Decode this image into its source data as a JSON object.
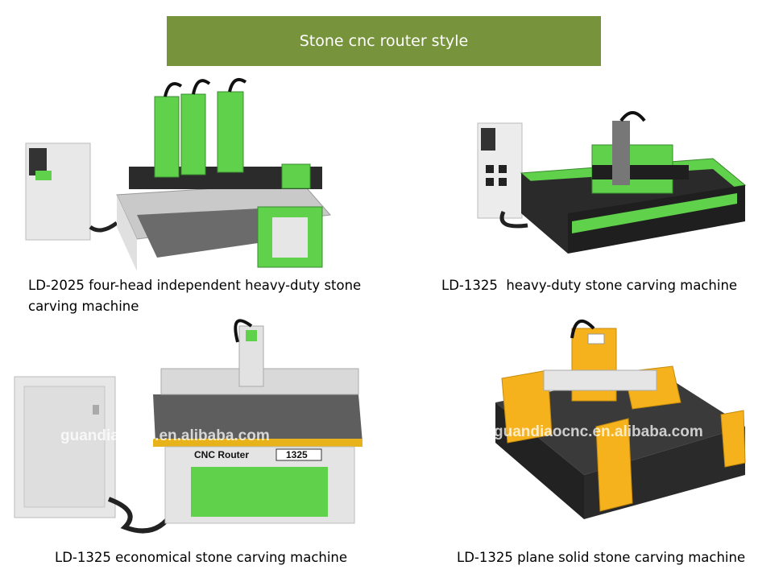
{
  "header": {
    "title": "Stone cnc router style"
  },
  "machines": [
    {
      "caption": "LD-2025 four-head independent heavy-duty stone carving machine"
    },
    {
      "caption": "LD-1325  heavy-duty stone carving machine"
    },
    {
      "caption": "LD-1325 economical stone carving machine",
      "plate_label": "CNC Router",
      "plate_model": "1325",
      "watermark": "guandiaocnc.en.alibaba.com"
    },
    {
      "caption": "LD-1325 plane solid stone carving machine",
      "watermark": "guandiaocnc.en.alibaba.com"
    }
  ],
  "colors": {
    "banner": "#77933c",
    "machine_green": "#5fd14a",
    "machine_yellow": "#f5b21c"
  }
}
